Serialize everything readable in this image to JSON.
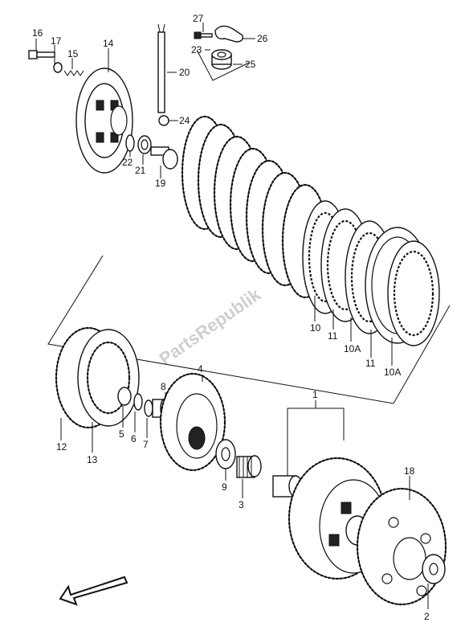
{
  "watermark": "PartsRepublik",
  "callouts": {
    "c16": "16",
    "c17": "17",
    "c15": "15",
    "c14": "14",
    "c27": "27",
    "c26": "26",
    "c23": "23",
    "c25": "25",
    "c20": "20",
    "c24": "24",
    "c22": "22",
    "c21": "21",
    "c19": "19",
    "c10a": "10",
    "c11a": "11",
    "c10Aa": "10A",
    "c11b": "11",
    "c10Ab": "10A",
    "c12": "12",
    "c13": "13",
    "c5": "5",
    "c6": "6",
    "c7": "7",
    "c8": "8",
    "c4": "4",
    "c9": "9",
    "c3": "3",
    "c1": "1",
    "c18": "18",
    "c2": "2"
  }
}
